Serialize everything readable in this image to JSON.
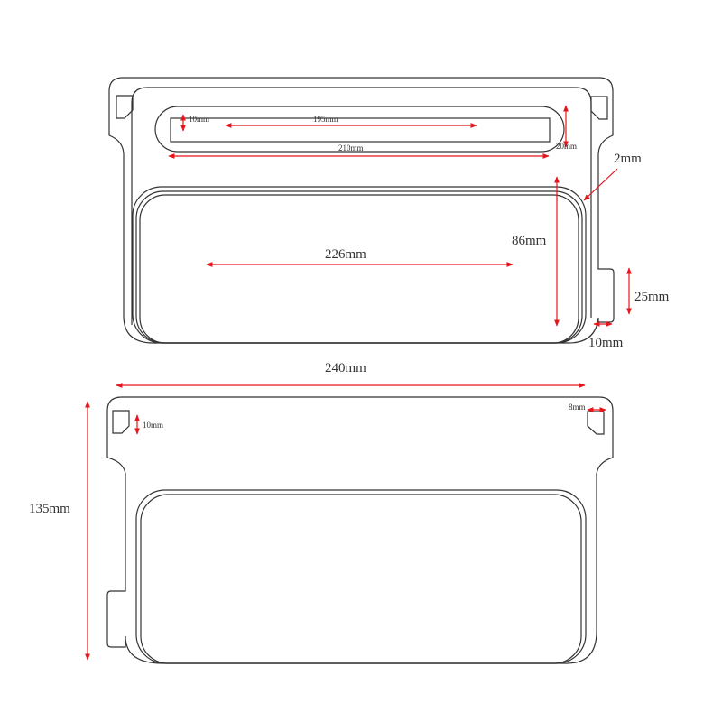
{
  "colors": {
    "outline": "#333333",
    "dimension": "#e8141b"
  },
  "top_view": {
    "labels": {
      "slot_height": "10mm",
      "slot_length": "195mm",
      "panel_width": "210mm",
      "slot_band": "20mm",
      "seal_width": "2mm",
      "window_width": "226mm",
      "window_height": "86mm",
      "tab_height": "25mm",
      "tab_width": "10mm"
    }
  },
  "bottom_view": {
    "labels": {
      "overall_width": "240mm",
      "overall_height": "135mm",
      "hole_height": "10mm",
      "hole_width": "8mm"
    }
  }
}
